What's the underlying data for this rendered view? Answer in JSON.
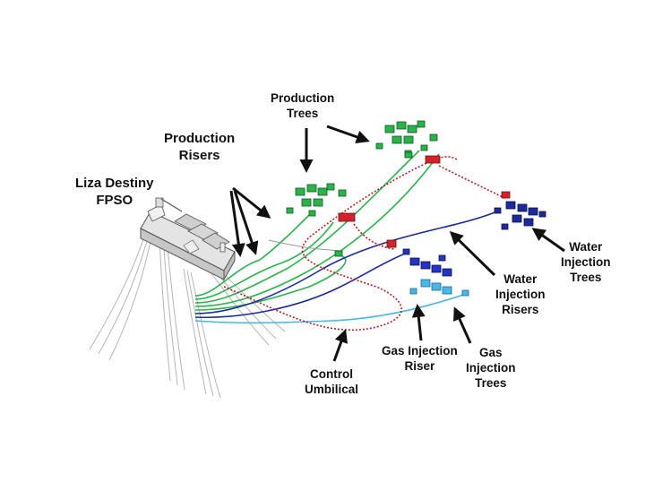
{
  "labels": {
    "fpso": [
      "Liza Destiny",
      "FPSO"
    ],
    "production_risers": [
      "Production",
      "Risers"
    ],
    "production_trees": [
      "Production",
      "Trees"
    ],
    "water_injection_trees": [
      "Water",
      "Injection",
      "Trees"
    ],
    "water_injection_risers": [
      "Water",
      "Injection",
      "Risers"
    ],
    "gas_injection_riser": [
      "Gas Injection",
      "Riser"
    ],
    "gas_injection_trees": [
      "Gas",
      "Injection",
      "Trees"
    ],
    "control_umbilical": [
      "Control",
      "Umbilical"
    ]
  },
  "colors": {
    "production": "#2bb24a",
    "water_injection": "#1d2a9a",
    "gas_injection": "#49b7e6",
    "umbilical": "#b11f24",
    "mooring": "#b5b5b5",
    "hull": "#d8d8d8",
    "arrow": "#111111"
  }
}
